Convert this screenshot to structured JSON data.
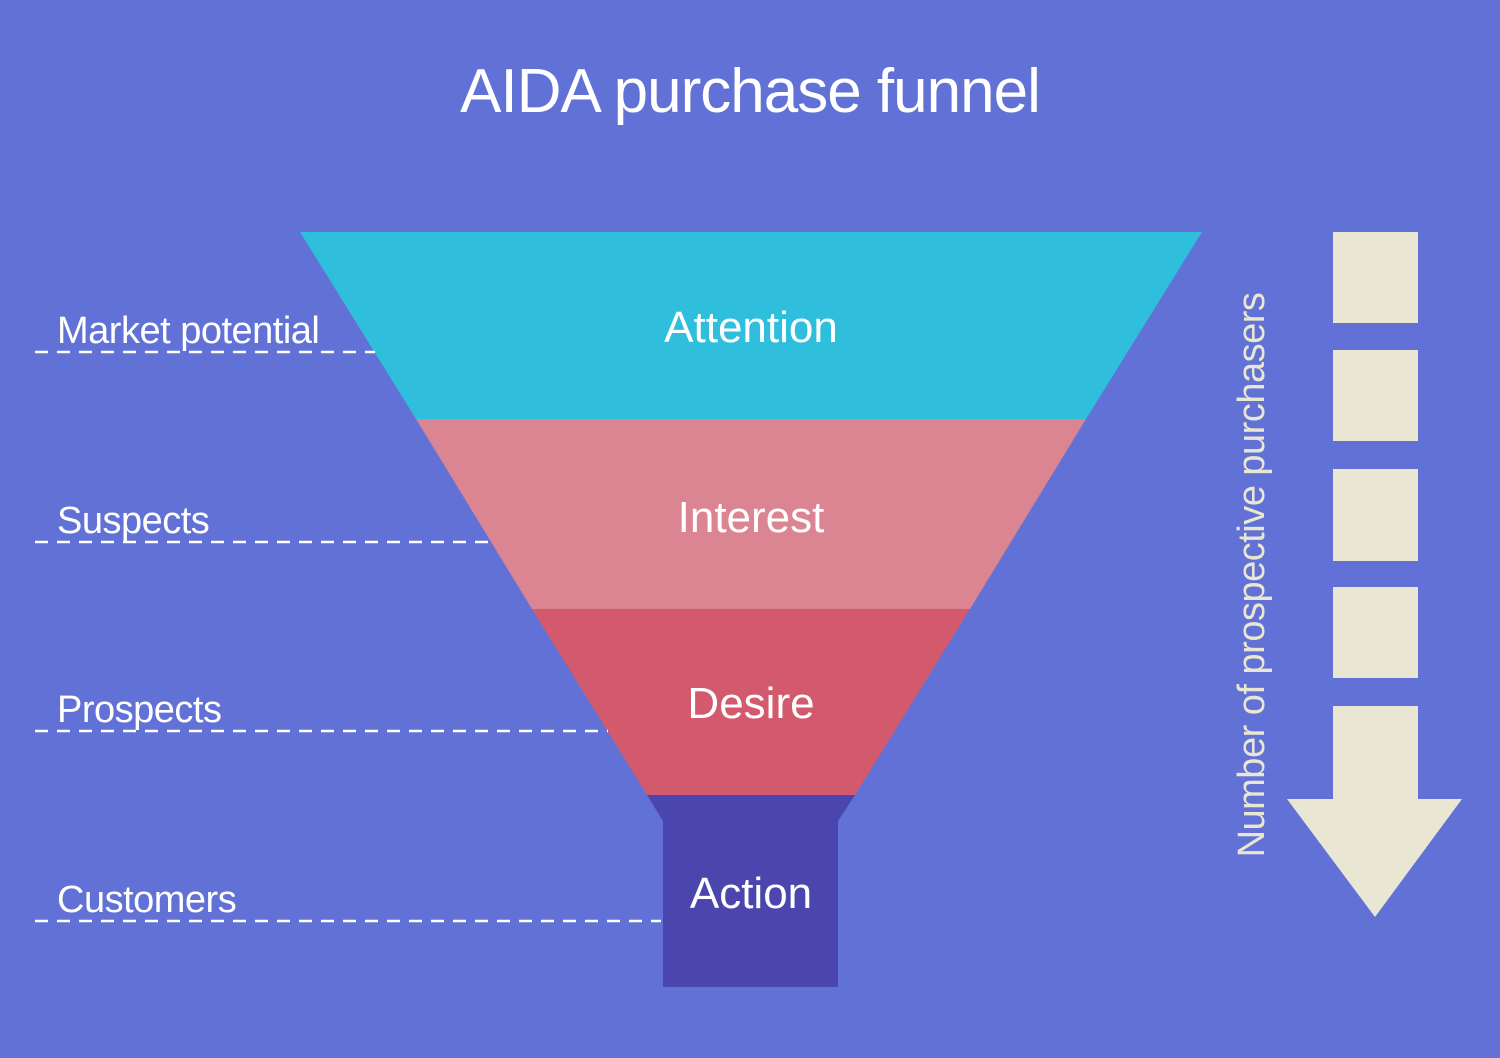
{
  "title": "AIDA purchase funnel",
  "colors": {
    "background": "#6171d6",
    "label_text": "#ffffff",
    "arrow_fill": "#e9e7d3"
  },
  "funnel": {
    "sections": [
      {
        "label": "Attention",
        "color": "#30bedd"
      },
      {
        "label": "Interest",
        "color": "#db8492"
      },
      {
        "label": "Desire",
        "color": "#d35a6c"
      },
      {
        "label": "Action",
        "color": "#4b45ae"
      }
    ]
  },
  "stage_guides": [
    {
      "label": "Market potential"
    },
    {
      "label": "Suspects"
    },
    {
      "label": "Prospects"
    },
    {
      "label": "Customers"
    }
  ],
  "right_axis": {
    "label": "Number of prospective purchasers"
  }
}
